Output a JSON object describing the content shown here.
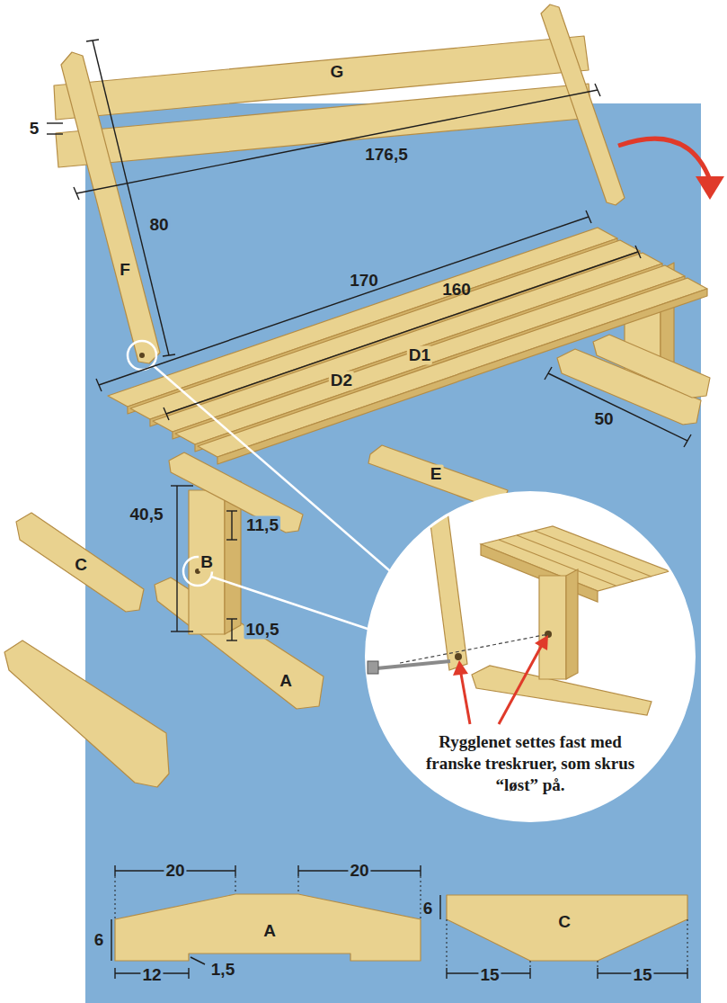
{
  "diagram": {
    "nodes": [
      {
        "text": [
          "Rygglenet settes fast med franske treskruer, som skrus “løst” på."
        ]
      }
    ],
    "labels": [
      "G",
      "5",
      "176,5",
      "80",
      "F",
      "170",
      "160",
      "D2",
      "D1",
      "50",
      "E",
      "40,5",
      "11,5",
      "C",
      "B",
      "10,5",
      "A",
      "20",
      "20",
      "6",
      "A",
      "1,5",
      "12",
      "6",
      "C",
      "15",
      "15"
    ]
  }
}
